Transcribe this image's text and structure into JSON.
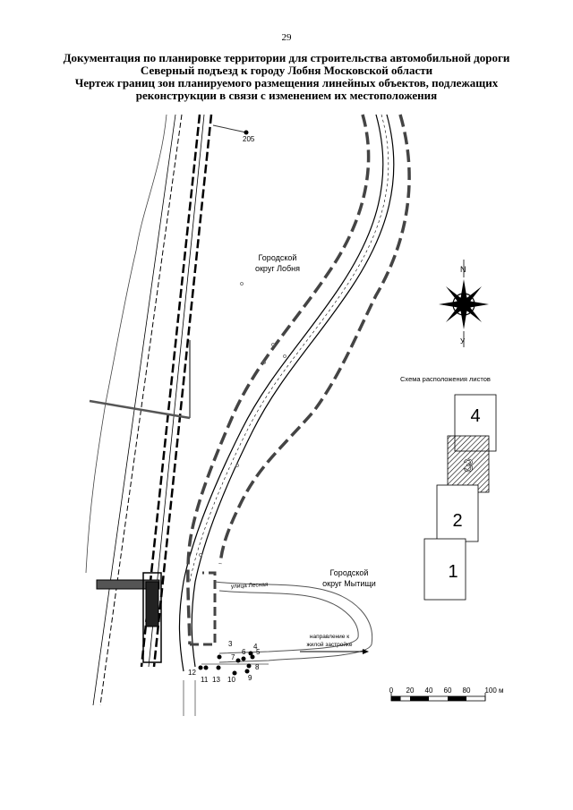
{
  "page_number": "29",
  "title_lines": [
    "Документация по планировке территории для строительства автомобильной дороги",
    "Северный подъезд к городу Лобня Московской области",
    "Чертеж границ зон планируемого размещения линейных объектов, подлежащих",
    "реконструкции в связи с изменением их местоположения"
  ],
  "map": {
    "district_lobnya": [
      "Городской",
      "округ Лобня"
    ],
    "district_mytishchi": [
      "Городской",
      "округ Мытищи"
    ],
    "street_label": "улица Лесная",
    "direction_label": [
      "направление к",
      "жилой застройке"
    ],
    "points": {
      "p205": "205",
      "p3": "3",
      "p4": "4",
      "p5": "5",
      "p6": "6",
      "p7": "7",
      "p8": "8",
      "p9": "9",
      "p10": "10",
      "p11": "11",
      "p12": "12",
      "p13": "13"
    }
  },
  "compass": {
    "north": "N"
  },
  "sheet_scheme": {
    "title": "Схема  расположения  листов",
    "sheets": [
      "4",
      "3",
      "2",
      "1"
    ],
    "current_sheet": "3"
  },
  "scale_bar": {
    "labels": [
      "0",
      "20",
      "40",
      "60",
      "80",
      "100 м"
    ]
  }
}
